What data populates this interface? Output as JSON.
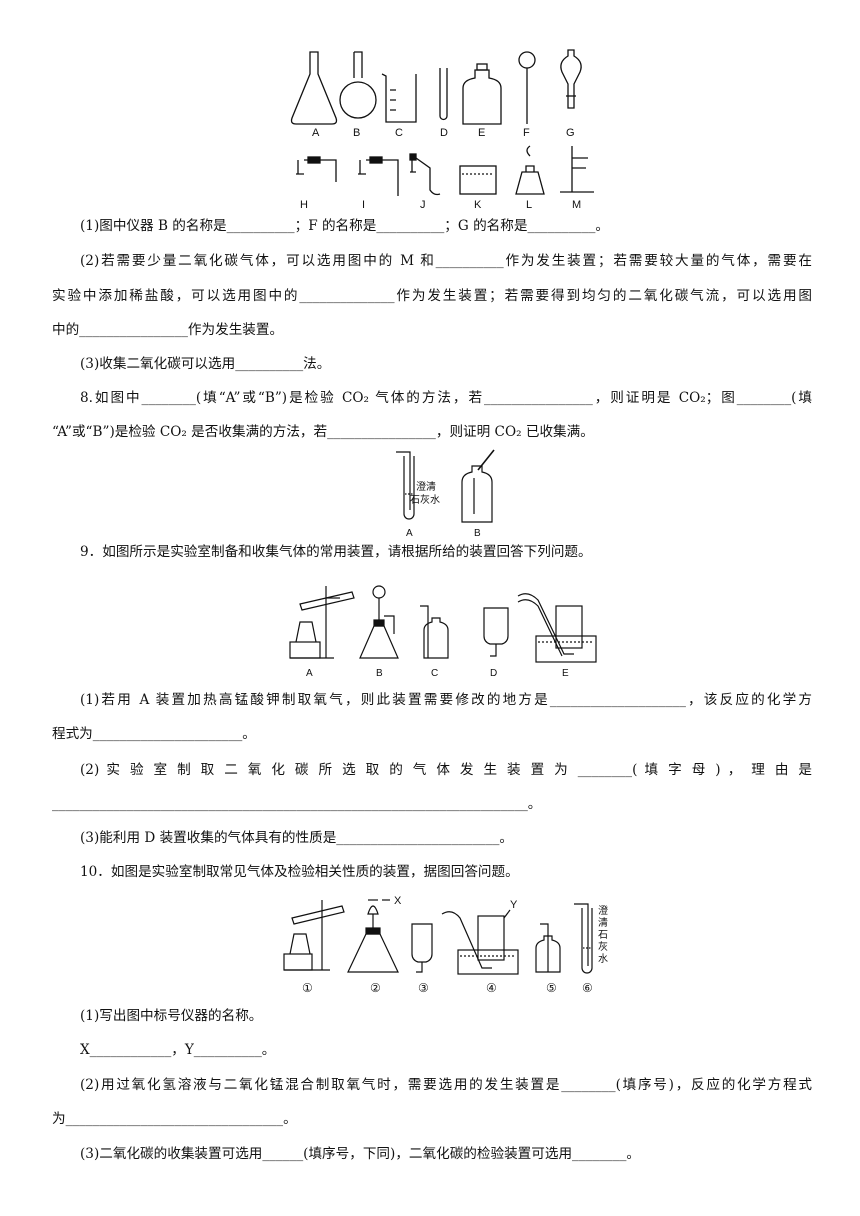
{
  "fig1": {
    "row1_labels": [
      "A",
      "B",
      "C",
      "D",
      "E",
      "F",
      "G"
    ],
    "row2_labels": [
      "H",
      "I",
      "J",
      "K",
      "L",
      "M"
    ]
  },
  "q7": {
    "p1": "(1)图中仪器 B 的名称是__________；F 的名称是__________；G 的名称是__________。",
    "p2a": "(2)若需要少量二氧化碳气体，可以选用图中的 M 和__________作为发生装置；若需要较大量的气体，需要在",
    "p2b": "实验中添加稀盐酸，可以选用图中的______________作为发生装置；若需要得到均匀的二氧化碳气流，可以选用图",
    "p2c": "中的________________作为发生装置。",
    "p3": "(3)收集二氧化碳可以选用__________法。"
  },
  "q8": {
    "l1": "8.如图中________(填“A”或“B”)是检验 CO₂ 气体的方法，若________________，则证明是 CO₂；图________(填",
    "l2": "“A”或“B”)是检验 CO₂ 是否收集满的方法，若________________，则证明 CO₂ 已收集满。",
    "fig_labels": [
      "A",
      "B"
    ],
    "fig_text": [
      "澄清",
      "石灰水"
    ]
  },
  "q9": {
    "stem": "9．如图所示是实验室制备和收集气体的常用装置，请根据所给的装置回答下列问题。",
    "fig_labels": [
      "A",
      "B",
      "C",
      "D",
      "E"
    ],
    "p1a": "(1)若用 A 装置加热高锰酸钾制取氧气，则此装置需要修改的地方是____________________，该反应的化学方",
    "p1b": "程式为______________________。",
    "p2a": "(2) 实 验 室 制 取 二 氧 化 碳 所 选 取 的 气 体 发 生 装 置 为 ________( 填 字 母 ) ， 理 由 是",
    "p2b": "______________________________________________________________________。",
    "p3": "(3)能利用 D 装置收集的气体具有的性质是________________________。"
  },
  "q10": {
    "stem": "10．如图是实验室制取常见气体及检验相关性质的装置，据图回答问题。",
    "fig_labels": [
      "①",
      "②",
      "③",
      "④",
      "⑤",
      "⑥"
    ],
    "label_x": "X",
    "label_y": "Y",
    "fig_text": [
      "澄",
      "清",
      "石",
      "灰",
      "水"
    ],
    "p1": "(1)写出图中标号仪器的名称。",
    "p1b": "X____________，Y__________。",
    "p2a": "(2)用过氧化氢溶液与二氧化锰混合制取氧气时，需要选用的发生装置是________(填序号)，反应的化学方程式",
    "p2b": "为________________________________。",
    "p3": "(3)二氧化碳的收集装置可选用______(填序号，下同)，二氧化碳的检验装置可选用________。"
  }
}
